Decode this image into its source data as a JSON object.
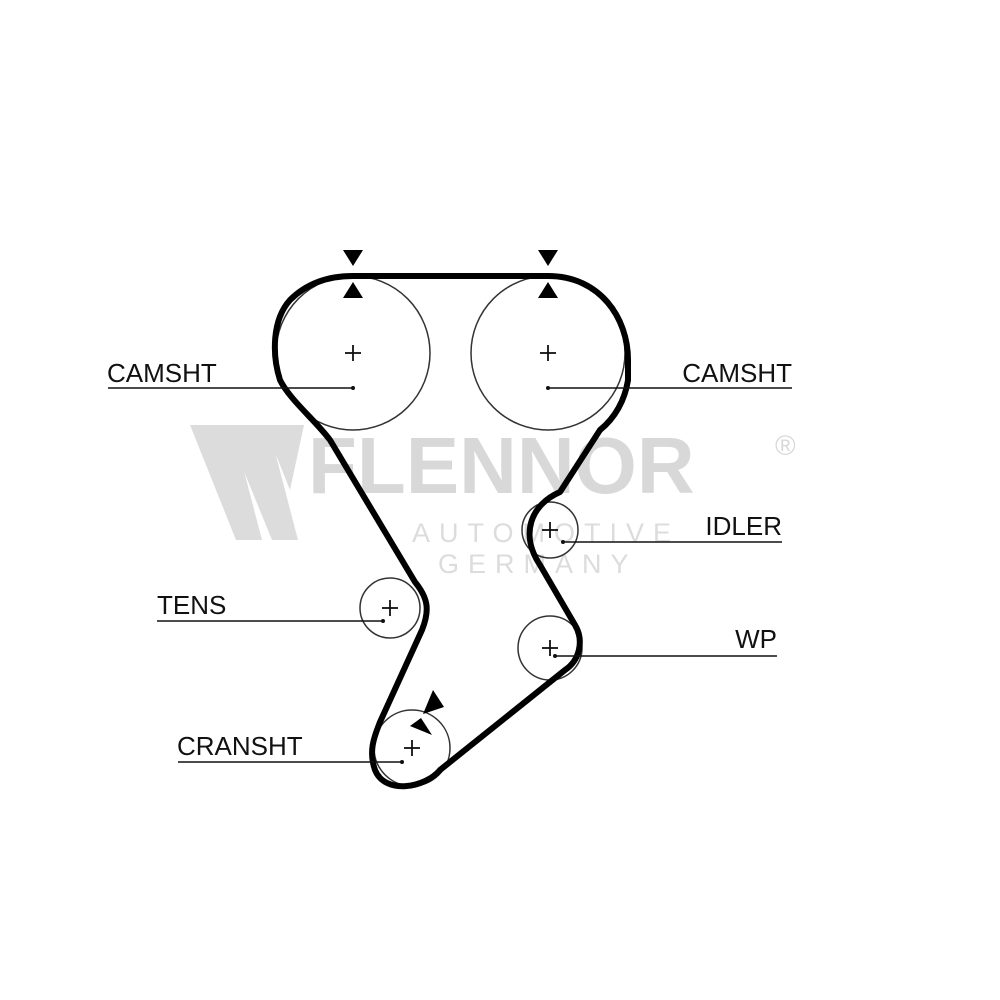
{
  "watermark": {
    "brand": "FLENNOR",
    "registered": "®",
    "line1": "AUTOMOTIVE",
    "line2": "GERMANY"
  },
  "labels": {
    "camshaft_left": "CAMSHT",
    "camshaft_right": "CAMSHT",
    "idler": "IDLER",
    "tensioner": "TENS",
    "water_pump": "WP",
    "crankshaft": "CRANSHT"
  },
  "icons": {
    "timing_mark": "triangle-timing-mark-icon",
    "pulley_center": "plus-center-icon",
    "watermark_logo": "flennor-w-logo-icon"
  },
  "colors": {
    "belt": "#000000",
    "pulley": "#333333",
    "watermark": "#d8d8d8"
  }
}
